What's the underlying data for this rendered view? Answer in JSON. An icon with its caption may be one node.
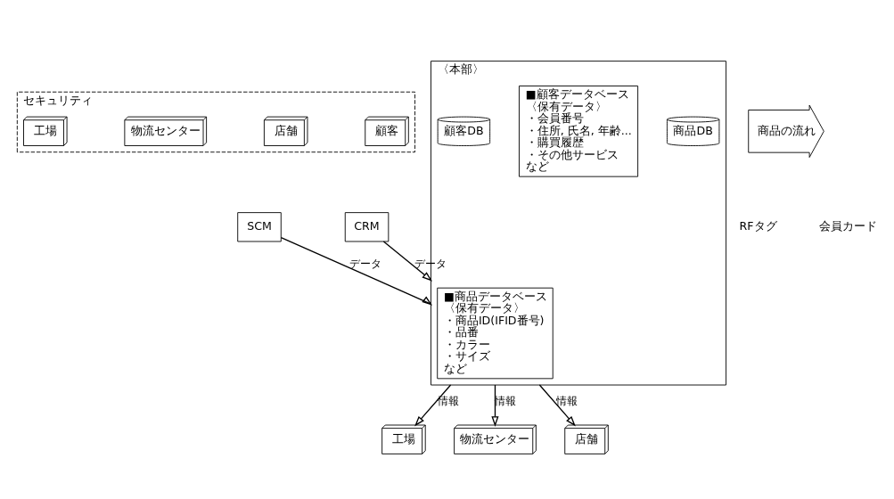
{
  "diagram": {
    "nodes": [
      {
        "text": [
          "セキュリティ"
        ]
      },
      {
        "text": [
          "工場"
        ],
        "in": 0
      },
      {
        "text": [
          "物流センター"
        ],
        "in": 0
      },
      {
        "text": [
          "店舗"
        ],
        "in": 0
      },
      {
        "text": [
          "顧客"
        ],
        "in": 0
      },
      {
        "text": [
          "商品の流れ"
        ]
      },
      {
        "text": [
          "SCM"
        ]
      },
      {
        "text": [
          "CRM"
        ]
      },
      {
        "text": [
          "〈本部〉"
        ]
      },
      {
        "text": [
          "■商品データベース",
          "〈保有データ〉",
          "・商品ID(IFID番号)",
          "・品番",
          "・カラー",
          "・サイズ",
          "など"
        ],
        "in": 8
      },
      {
        "text": [
          "商品DB"
        ],
        "in": 8
      },
      {
        "text": [
          "■顧客データベース",
          "〈保有データ〉",
          "・会員番号",
          "・住所, 氏名, 年齢...",
          "・購買履歴",
          "・その他サービス",
          "など"
        ],
        "in": 8
      },
      {
        "text": [
          "顧客DB"
        ],
        "in": 8
      },
      {
        "text": [
          "工場"
        ]
      },
      {
        "text": [
          "物流センター"
        ]
      },
      {
        "text": [
          "店舗"
        ]
      }
    ],
    "edges": [
      {
        "from": 6,
        "to": 8,
        "label": "データ",
        "arrow": "to"
      },
      {
        "from": 7,
        "to": 8,
        "label": "データ",
        "arrow": "to"
      },
      {
        "from": 8,
        "to": 13,
        "label": "情報",
        "arrow": "to"
      },
      {
        "from": 8,
        "to": 14,
        "label": "情報",
        "arrow": "to"
      },
      {
        "from": 8,
        "to": 15,
        "label": "情報",
        "arrow": "to"
      }
    ],
    "labels": [
      "RFタグ",
      "会員カード"
    ]
  }
}
